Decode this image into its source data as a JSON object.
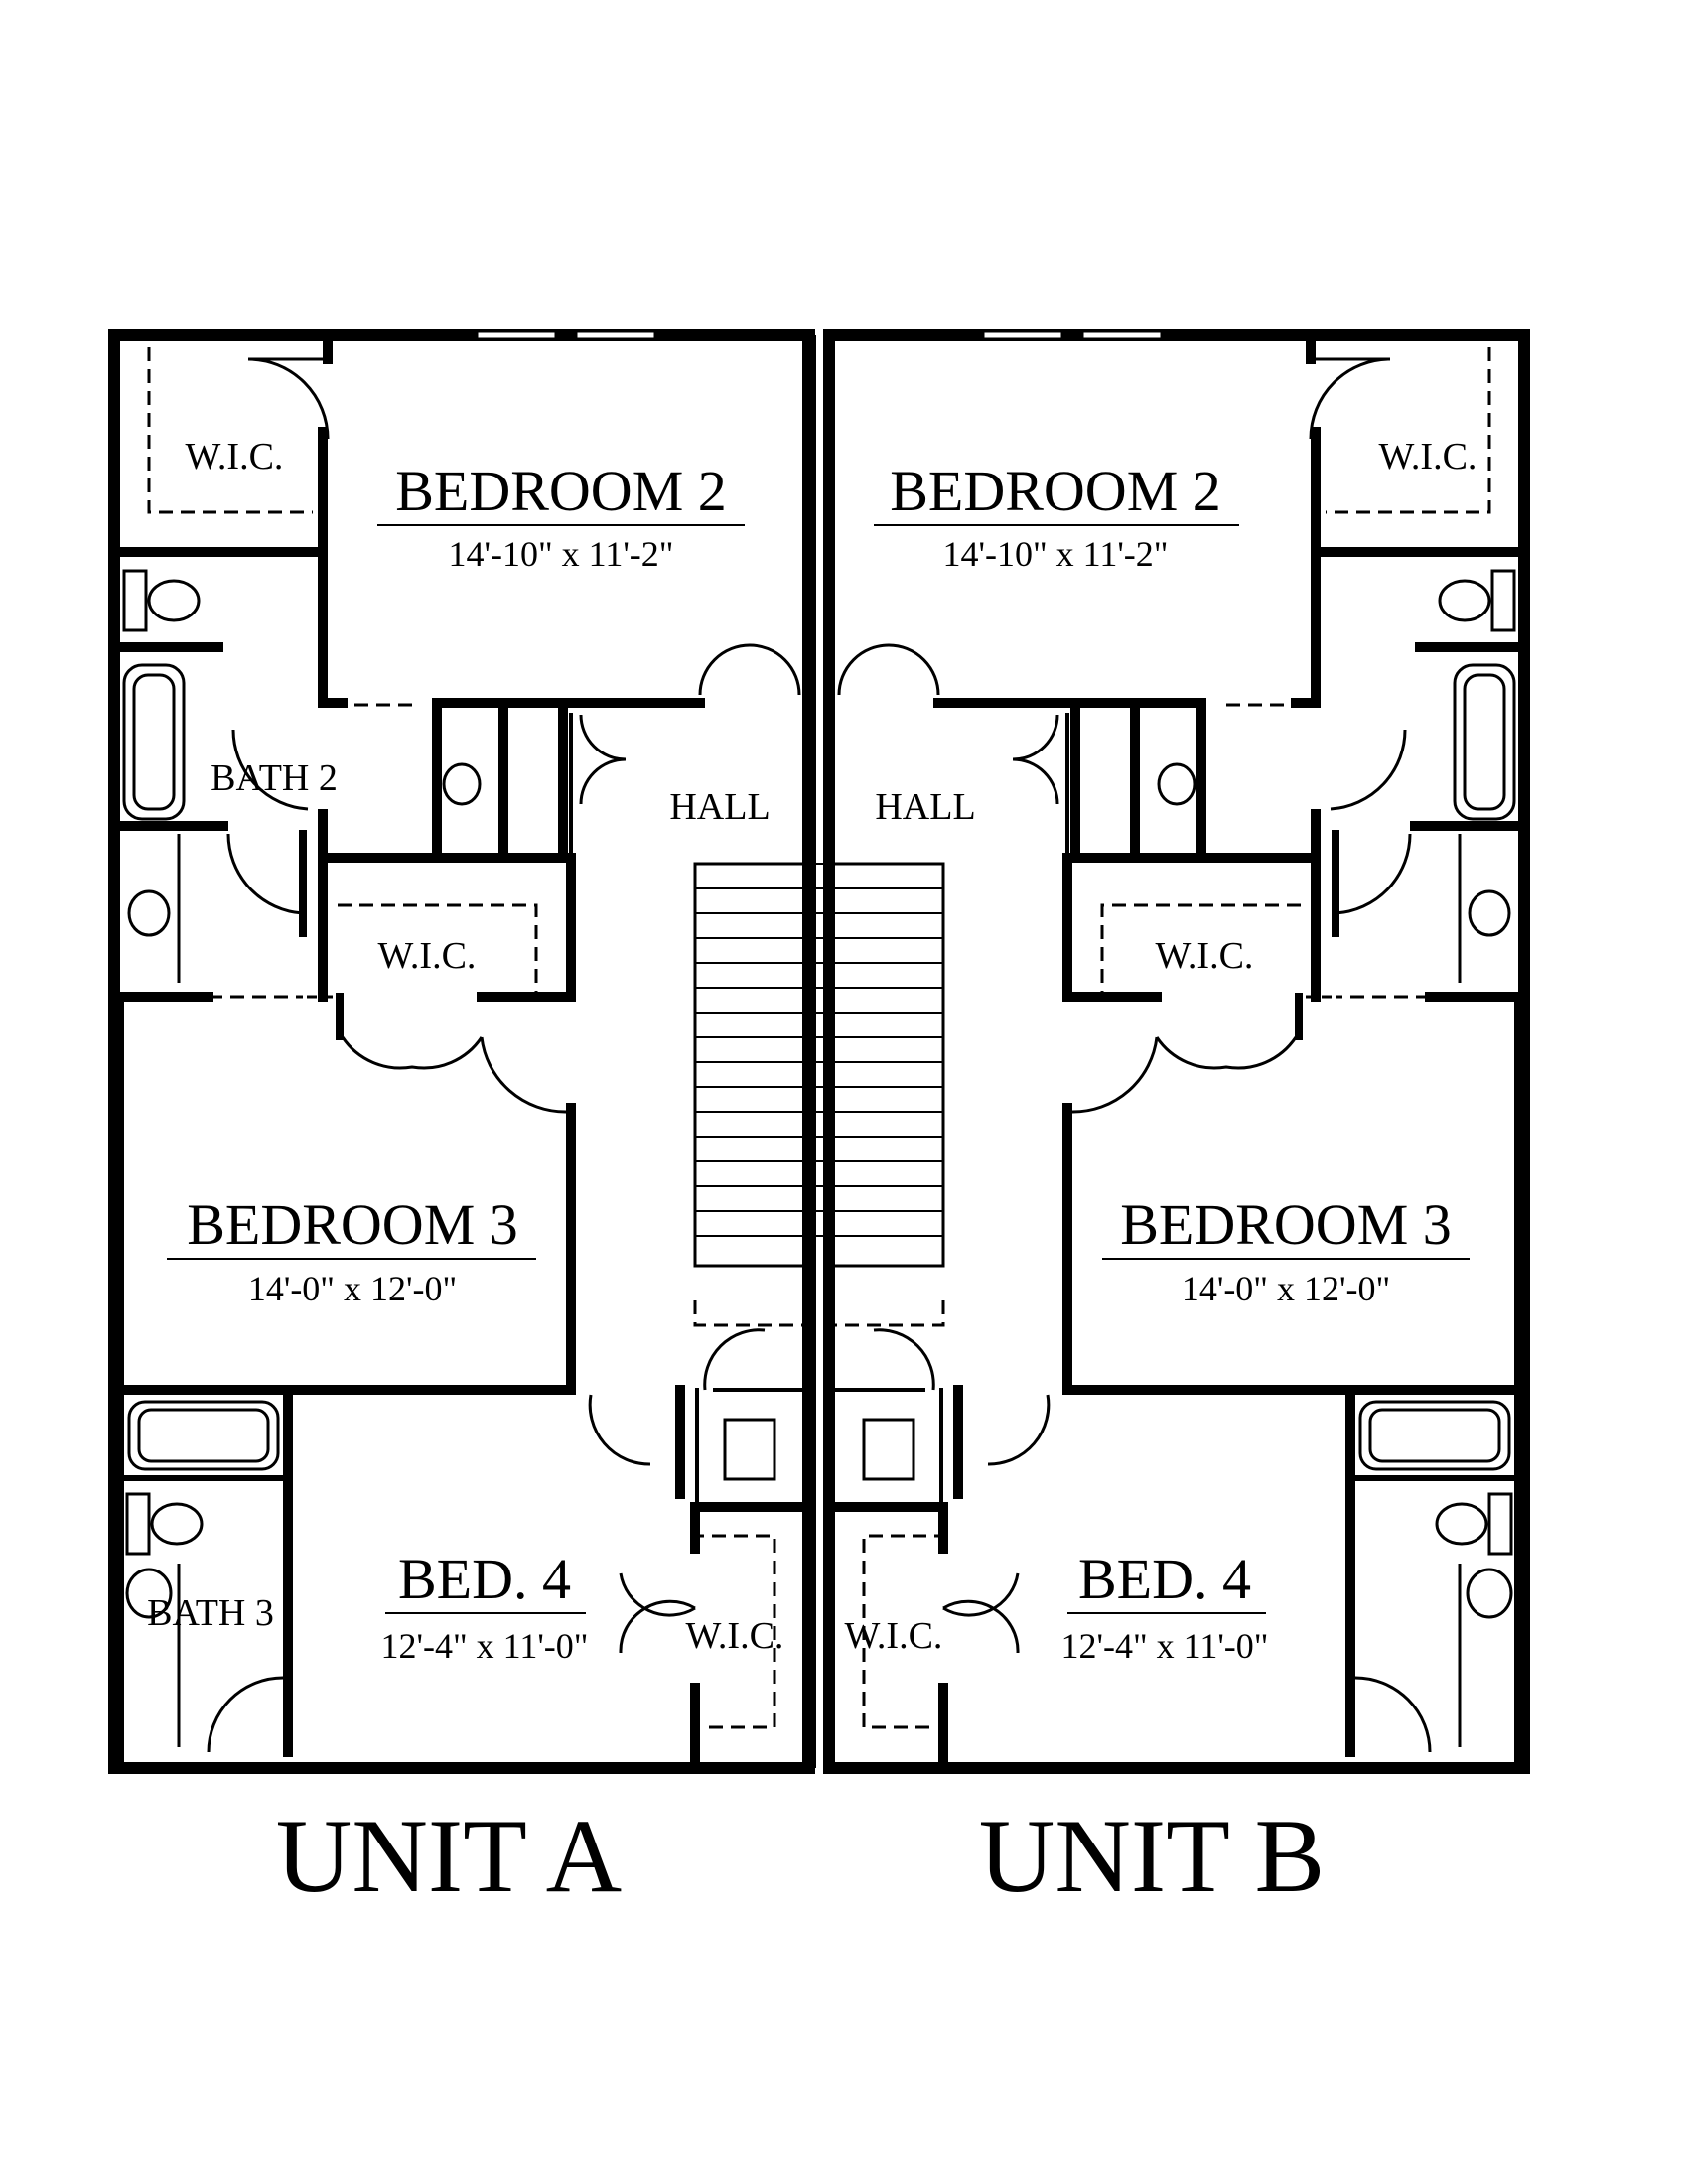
{
  "unit_a": {
    "title": "UNIT A",
    "bedroom2": {
      "name": "BEDROOM 2",
      "dims": "14'-10\" x 11'-2\""
    },
    "bedroom3": {
      "name": "BEDROOM 3",
      "dims": "14'-0\" x 12'-0\""
    },
    "bed4": {
      "name": "BED. 4",
      "dims": "12'-4\" x 11'-0\""
    },
    "hall": "HALL",
    "bath2": "BATH 2",
    "bath3": "BATH 3",
    "wic_top": "W.I.C.",
    "wic_mid": "W.I.C.",
    "wic_bottom": "W.I.C."
  },
  "unit_b": {
    "title": "UNIT B",
    "bedroom2": {
      "name": "BEDROOM 2",
      "dims": "14'-10\" x 11'-2\""
    },
    "bedroom3": {
      "name": "BEDROOM 3",
      "dims": "14'-0\" x 12'-0\""
    },
    "bed4": {
      "name": "BED. 4",
      "dims": "12'-4\" x 11'-0\""
    },
    "hall": "HALL",
    "wic_top": "W.I.C.",
    "wic_mid": "W.I.C.",
    "wic_bottom": "W.I.C."
  }
}
